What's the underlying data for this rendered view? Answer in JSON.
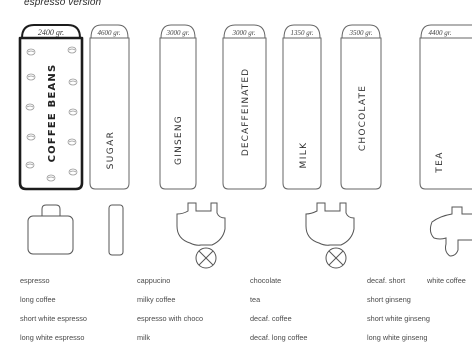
{
  "subtitle": "espresso version",
  "canisters": [
    {
      "weight": "2400 gr.",
      "label": "COFFEE BEANS"
    },
    {
      "weight": "4600 gr.",
      "label": "SUGAR"
    },
    {
      "weight": "3000 gr.",
      "label": "GINSENG"
    },
    {
      "weight": "3000 gr.",
      "label": "DECAFFEINATED"
    },
    {
      "weight": "1350 gr.",
      "label": "MILK"
    },
    {
      "weight": "3500 gr.",
      "label": "CHOCOLATE"
    },
    {
      "weight": "4400 gr.",
      "label": "TEA"
    }
  ],
  "legend": {
    "col1": [
      "espresso",
      "long coffee",
      "short white espresso",
      "long white espresso"
    ],
    "col2": [
      "cappucino",
      "milky coffee",
      "espresso with choco",
      "milk"
    ],
    "col3": [
      "chocolate",
      "tea",
      "decaf. coffee",
      "decaf. long coffee"
    ],
    "col4": [
      "decaf. short",
      "short ginseng",
      "short white ginseng",
      "long white ginseng"
    ],
    "col4_extra": "white coffee"
  }
}
